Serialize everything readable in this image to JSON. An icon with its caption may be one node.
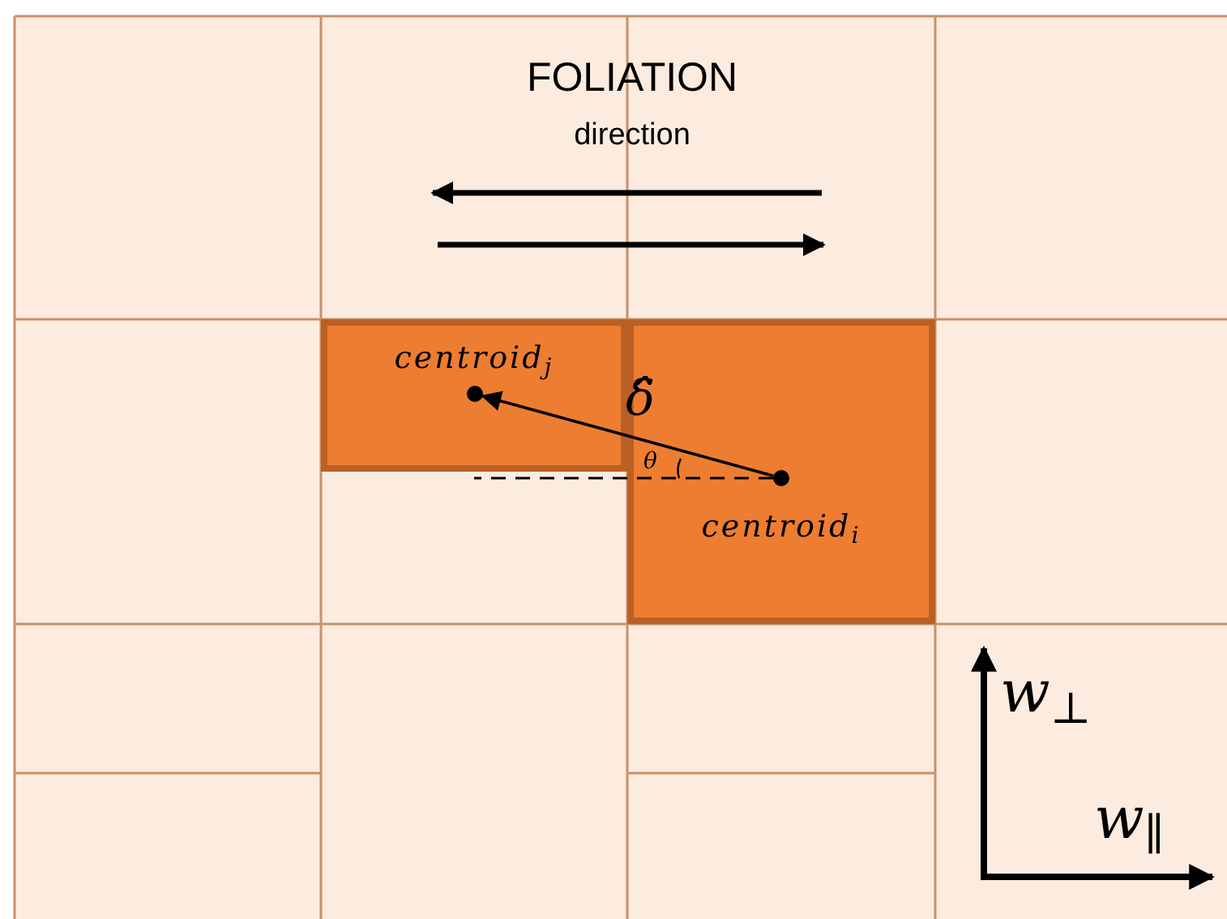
{
  "diagram": {
    "nodes": [
      {
        "text": [
          "centroid$_{j}$"
        ]
      },
      {
        "text": [
          "centroid$_{i}$"
        ]
      },
      {
        "text": [],
        "shape": "circle",
        "in": 0
      },
      {
        "text": [],
        "shape": "circle",
        "in": 1
      }
    ],
    "edges": [
      {
        "from": 3,
        "to": 2,
        "arrow": "to",
        "label": "δ̂"
      },
      {
        "from": 3,
        "to": 0,
        "arrow": "none",
        "style": "dashed"
      }
    ],
    "labels": [
      "FOLIATION",
      "direction",
      "θ",
      "w$_{⊥}$",
      "w$_{∥}$"
    ]
  }
}
